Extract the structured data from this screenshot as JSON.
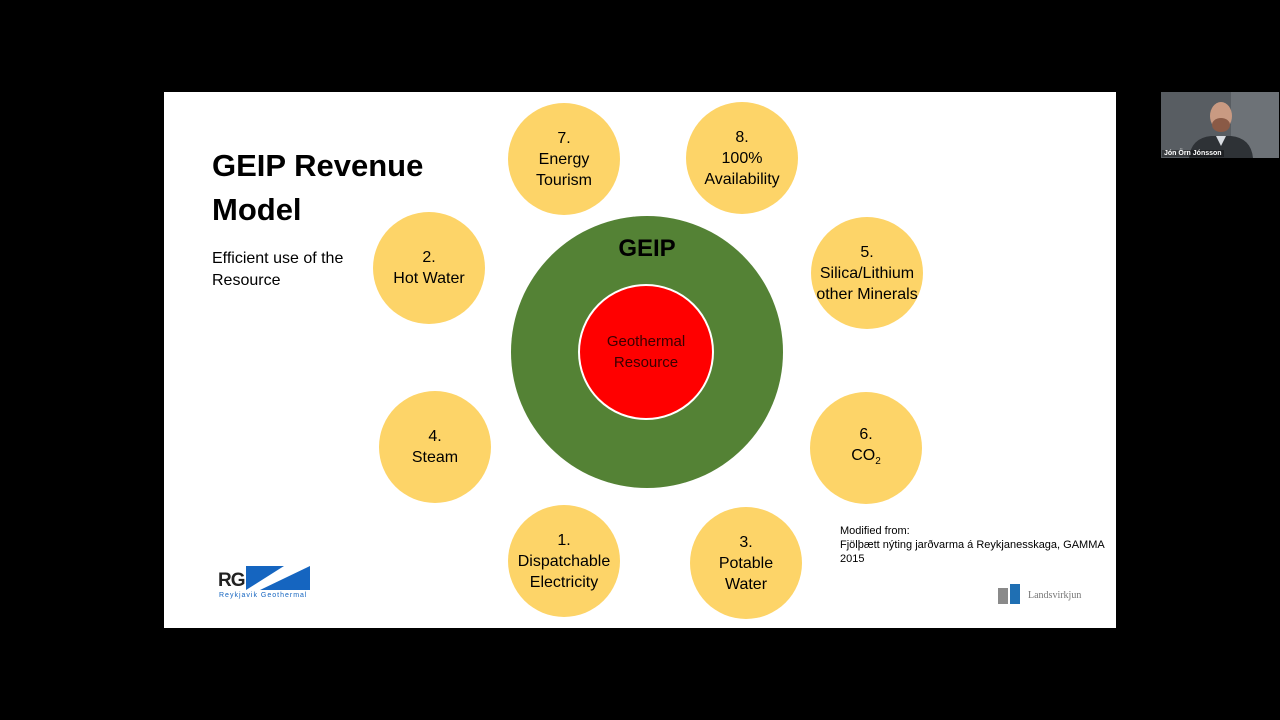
{
  "slide": {
    "title": "GEIP Revenue Model",
    "subtitle": "Efficient use of the Resource",
    "center": {
      "outer_label": "GEIP",
      "inner_lines": [
        "Geothermal",
        "Resource"
      ]
    },
    "nodes": [
      {
        "number": "7.",
        "lines": [
          "Energy",
          "Tourism"
        ]
      },
      {
        "number": "8.",
        "lines": [
          "100%",
          "Availability"
        ]
      },
      {
        "number": "2.",
        "lines": [
          "Hot Water"
        ]
      },
      {
        "number": "5.",
        "lines": [
          "Silica/Lithium",
          "other Minerals"
        ]
      },
      {
        "number": "4.",
        "lines": [
          "Steam"
        ]
      },
      {
        "number": "6.",
        "lines": [
          "CO",
          "2"
        ]
      },
      {
        "number": "1.",
        "lines": [
          "Dispatchable",
          "Electricity"
        ]
      },
      {
        "number": "3.",
        "lines": [
          "Potable",
          "Water"
        ]
      }
    ],
    "source_lines": [
      "Modified from:",
      "Fjölþætt nýting jarðvarma á Reykjanesskaga, GAMMA",
      "2015"
    ],
    "logo_rg": {
      "letters": "RG",
      "caption": "Reykjavik Geothermal"
    },
    "logo_landsvirkjun": "Landsvirkjun"
  },
  "webcam": {
    "participant_name": "Jón Örn Jónsson"
  },
  "colors": {
    "node_fill": "#fdd468",
    "outer_ring": "#548235",
    "inner_core": "#ff0000",
    "rg_blue": "#1565c0"
  }
}
